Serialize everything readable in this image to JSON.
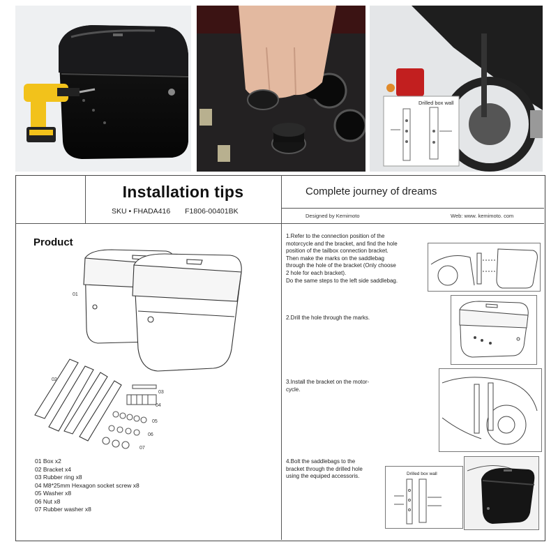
{
  "photos": {
    "drill_icon": "cordless-drill-icon",
    "bracket_label": "Drilled box wall"
  },
  "header": {
    "title": "Installation tips",
    "sku": "SKU • FHADA416",
    "model": "F1806-00401BK",
    "slogan": "Complete journey of dreams",
    "designed_by": "Designed by Kemimoto",
    "web": "Web: www. kemimoto. com"
  },
  "product": {
    "heading": "Product",
    "callouts": [
      "01",
      "02",
      "03",
      "04",
      "05",
      "06",
      "07"
    ],
    "parts": [
      "01 Box x2",
      "02 Bracket x4",
      "03 Rubber ring x8",
      "04 M8*25mm Hexagon socket screw x8",
      "05 Washer x8",
      "06 Nut x8",
      "07 Rubber washer x8"
    ]
  },
  "steps": [
    {
      "lines": [
        "1.Refer to the connection position of the",
        "motorcycle and the bracket, and find the hole",
        "position of the tailbox connection bracket.",
        "Then make the marks on the saddlebag",
        "through the  hole of the bracket (Only choose",
        "2 hole for each bracket).",
        "Do the same steps to the left side saddlebag."
      ]
    },
    {
      "lines": [
        "2.Drill the hole through the marks."
      ]
    },
    {
      "lines": [
        "3.Install the bracket on the motor-",
        "cycle."
      ]
    },
    {
      "lines": [
        "4.Bolt the saddlebags to the",
        "bracket through the drilled hole",
        "using the equiped accessoris."
      ]
    }
  ],
  "step4_diagram_label": "Drilled box wall"
}
